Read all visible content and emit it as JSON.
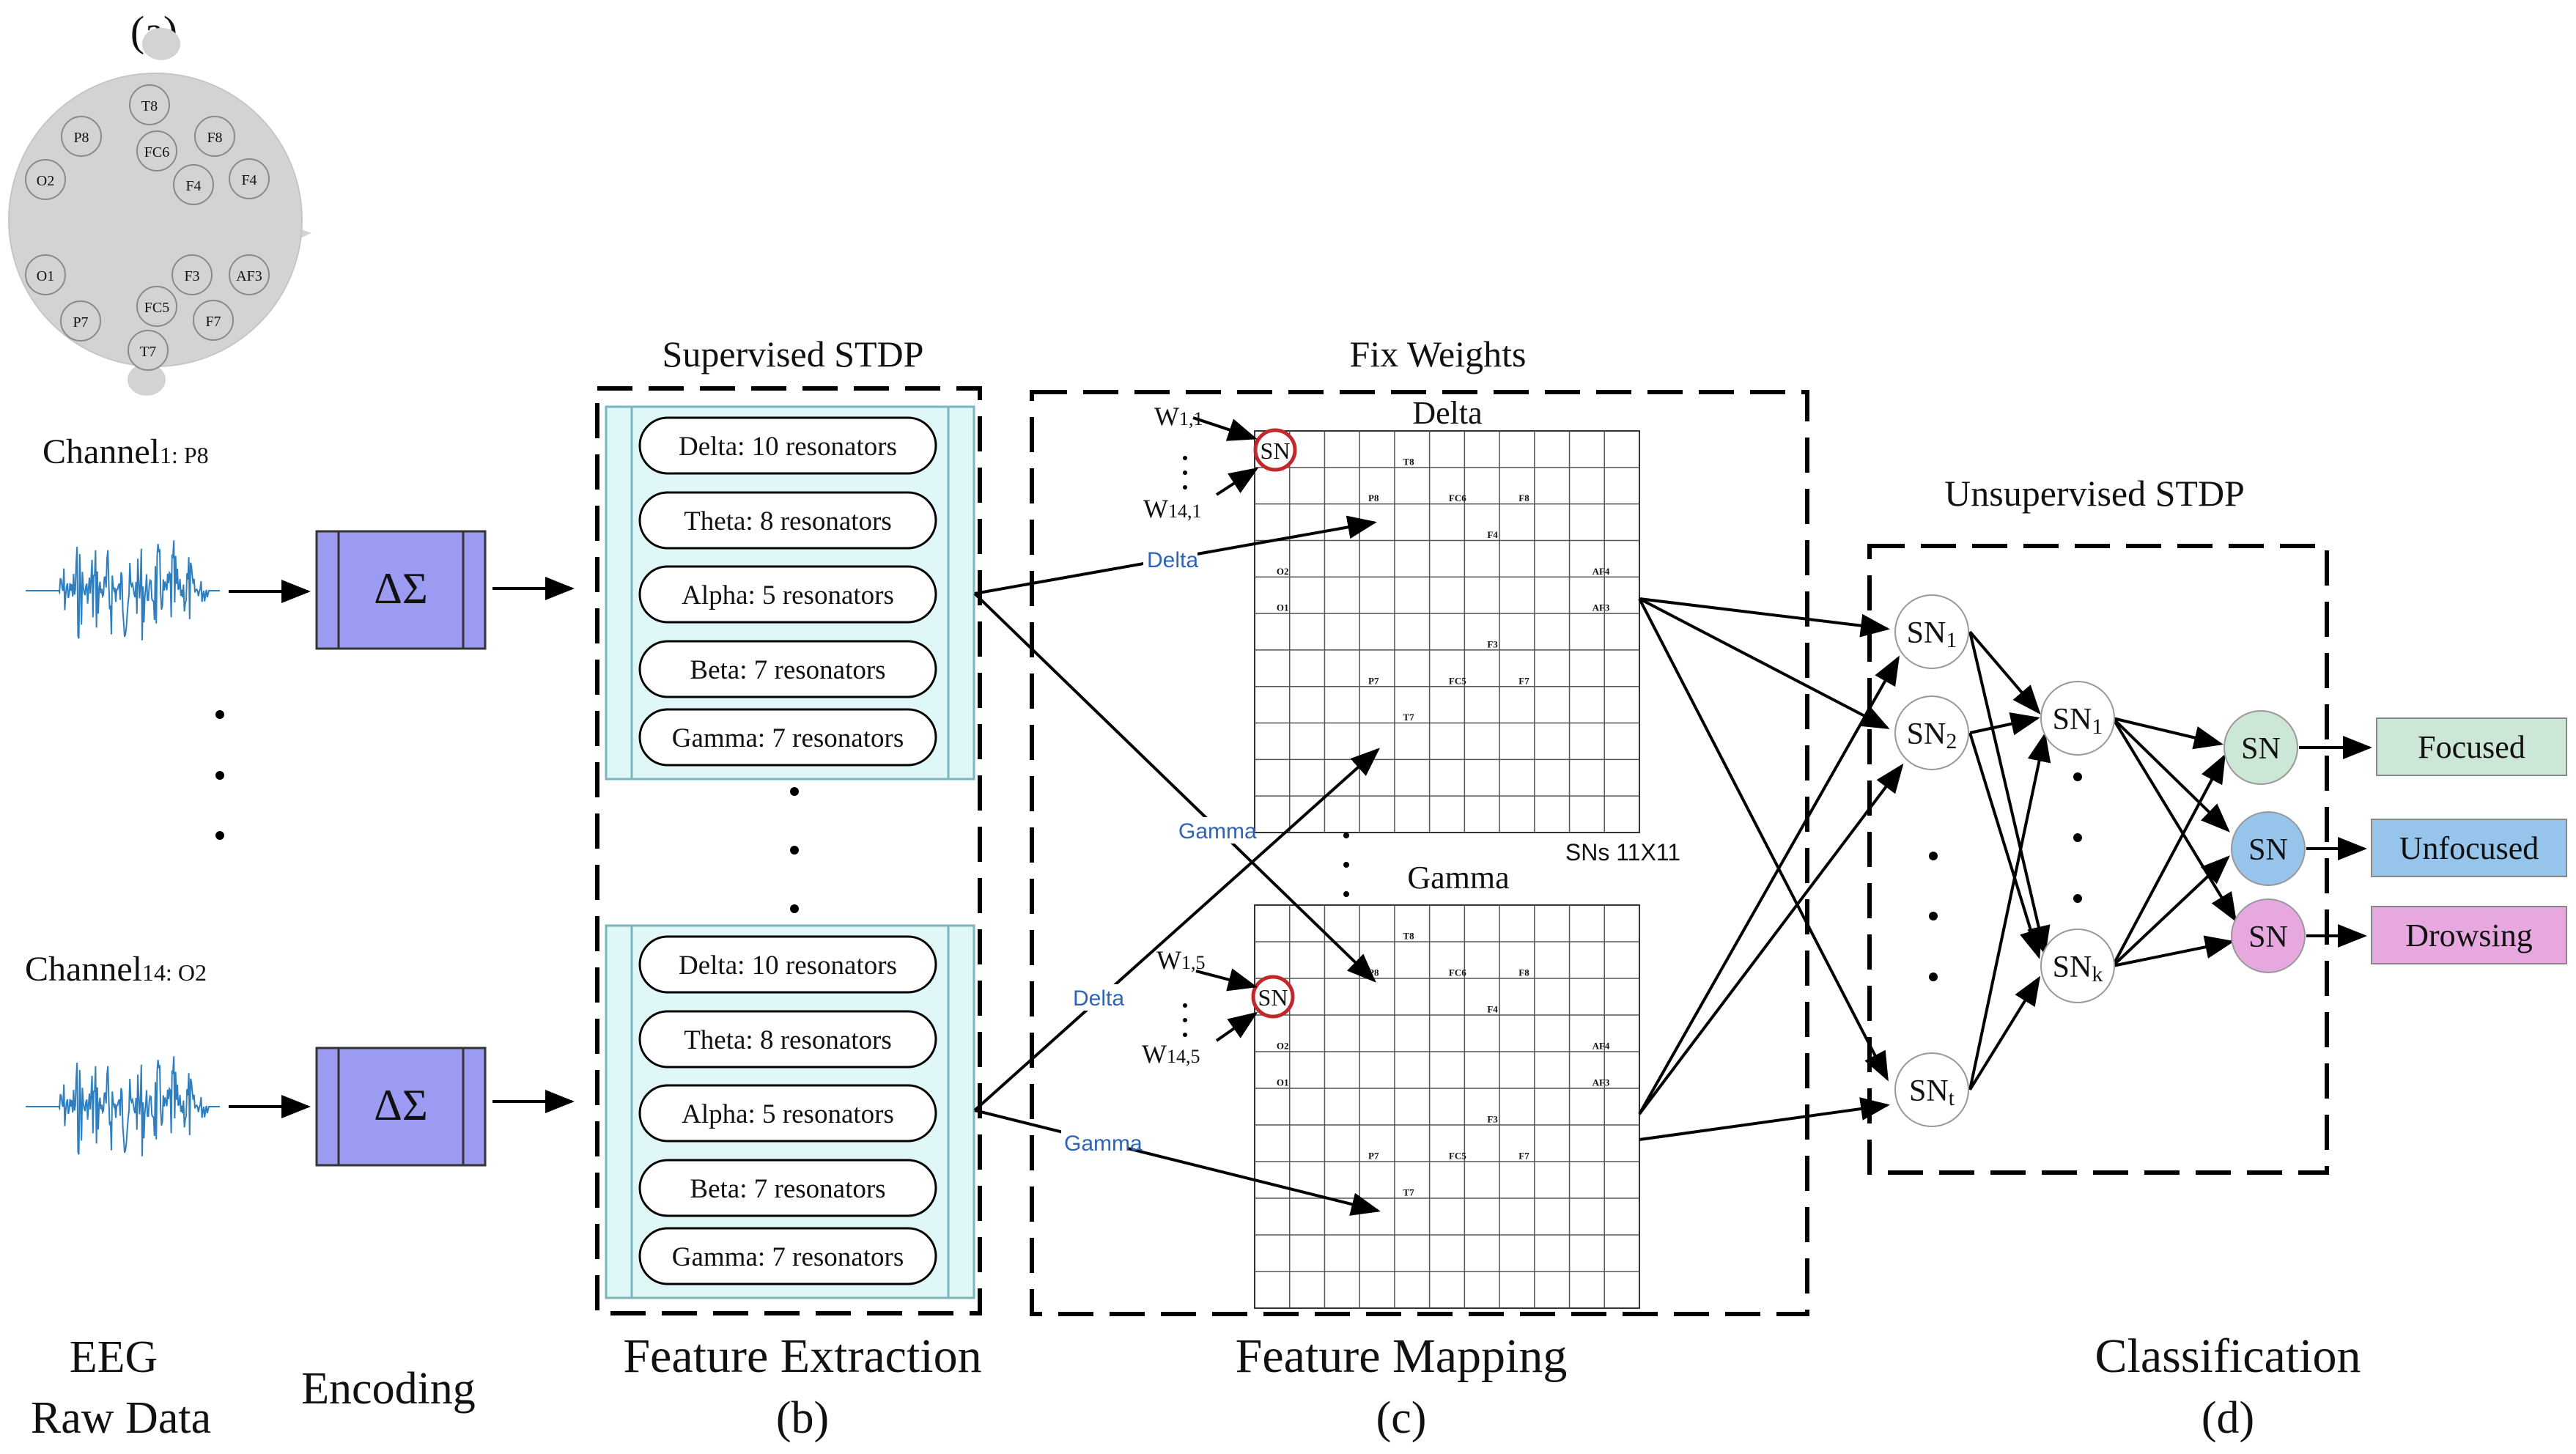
{
  "panel_a": {
    "label": "(a)",
    "electrodes": [
      "T8",
      "P8",
      "F8",
      "FC6",
      "O2",
      "F4",
      "F4",
      "O1",
      "F3",
      "AF3",
      "FC5",
      "P7",
      "F7",
      "T7"
    ]
  },
  "raw_data": {
    "channel1_name": "Channel",
    "channel1_sub": "1: P8",
    "channel14_name": "Channel",
    "channel14_sub": "14: O2",
    "caption_line1": "EEG",
    "caption_line2": "Raw Data"
  },
  "encoding": {
    "symbol": "ΔΣ",
    "caption": "Encoding"
  },
  "feature_extraction": {
    "title": "Supervised STDP",
    "bands": [
      "Delta: 10 resonators",
      "Theta: 8 resonators",
      "Alpha: 5 resonators",
      "Beta: 7 resonators",
      "Gamma: 7 resonators"
    ],
    "caption": "Feature Extraction",
    "sublabel": "(b)",
    "colors": {
      "panel": "#e0f7f7",
      "panel_border": "#7ab6c0"
    }
  },
  "feature_mapping": {
    "title": "Fix Weights",
    "grid1_label": "Delta",
    "grid2_label": "Gamma",
    "grid_size_label": "SNs 11X11",
    "sn_label": "SN",
    "w_top_1": "W",
    "w_top_1_sub": "1,1",
    "w_bot_1": "W",
    "w_bot_1_sub": "14,1",
    "w_top_2": "W",
    "w_top_2_sub": "1,5",
    "w_bot_2": "W",
    "w_bot_2_sub": "14,5",
    "grid_electrodes": [
      "T8",
      "P8",
      "FC6",
      "F8",
      "F4",
      "O2",
      "AF4",
      "O1",
      "AF3",
      "F3",
      "P7",
      "FC5",
      "F7",
      "T7"
    ],
    "arrow_labels": {
      "delta_top": "Delta",
      "gamma_top": "Gamma",
      "delta_bottom": "Delta",
      "gamma_bottom": "Gamma"
    },
    "caption": "Feature Mapping",
    "sublabel": "(c)"
  },
  "classification": {
    "title": "Unsupervised STDP",
    "layer1": [
      {
        "main": "SN",
        "sub": "1"
      },
      {
        "main": "SN",
        "sub": "2"
      },
      {
        "main": "SN",
        "sub": "t"
      }
    ],
    "layer2": [
      {
        "main": "SN",
        "sub": "1"
      },
      {
        "main": "SN",
        "sub": "k"
      }
    ],
    "outputs": [
      {
        "neuron": "SN",
        "label": "Focused",
        "color": "#cde7d6"
      },
      {
        "neuron": "SN",
        "label": "Unfocused",
        "color": "#96c4ea"
      },
      {
        "neuron": "SN",
        "label": "Drowsing",
        "color": "#e7a8df"
      }
    ],
    "caption": "Classification",
    "sublabel": "(d)"
  },
  "colors": {
    "encoder_fill": "#9b9bf2",
    "sn_ring": "#c0282a",
    "eeg_signal": "#2f7fc0",
    "arrow_label": "#2e63b8"
  }
}
